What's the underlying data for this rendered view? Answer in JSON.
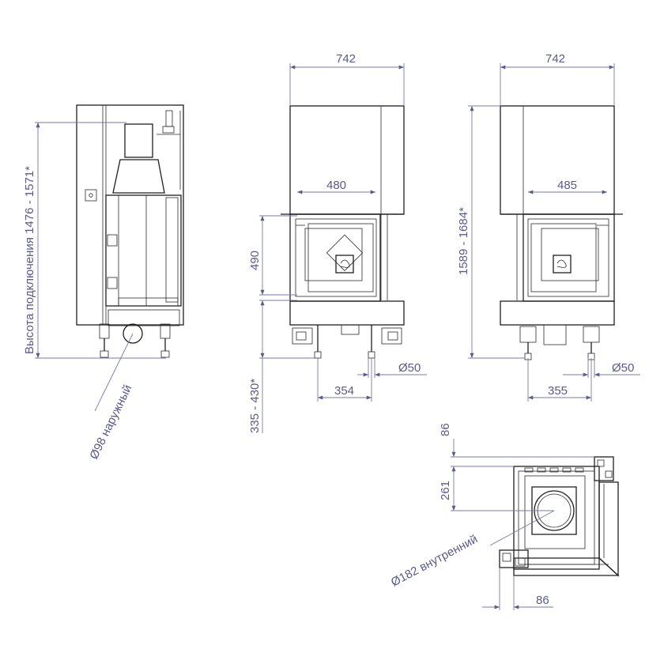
{
  "colors": {
    "line": "#1f1f1f",
    "dimension": "#5a5a8c"
  },
  "icons": {
    "logo": "stove-logo-icon"
  },
  "dimensions": {
    "side_height": "Высота подключения 1476 - 1571*",
    "side_pipe": "Ø98 наружный",
    "front_width_1": "742",
    "front_opening_1": "480",
    "front_glass_height": "490",
    "front_leg_height": "335 - 430*",
    "front_leg_offset_1": "354",
    "front_pipe_1": "Ø50",
    "front_width_2": "742",
    "front_opening_2": "485",
    "front_total_height": "1589 - 1684*",
    "front_leg_offset_2": "355",
    "front_pipe_2": "Ø50",
    "top_86_a": "86",
    "top_261": "261",
    "top_pipe": "Ø182 внутренний",
    "top_86_b": "86"
  }
}
